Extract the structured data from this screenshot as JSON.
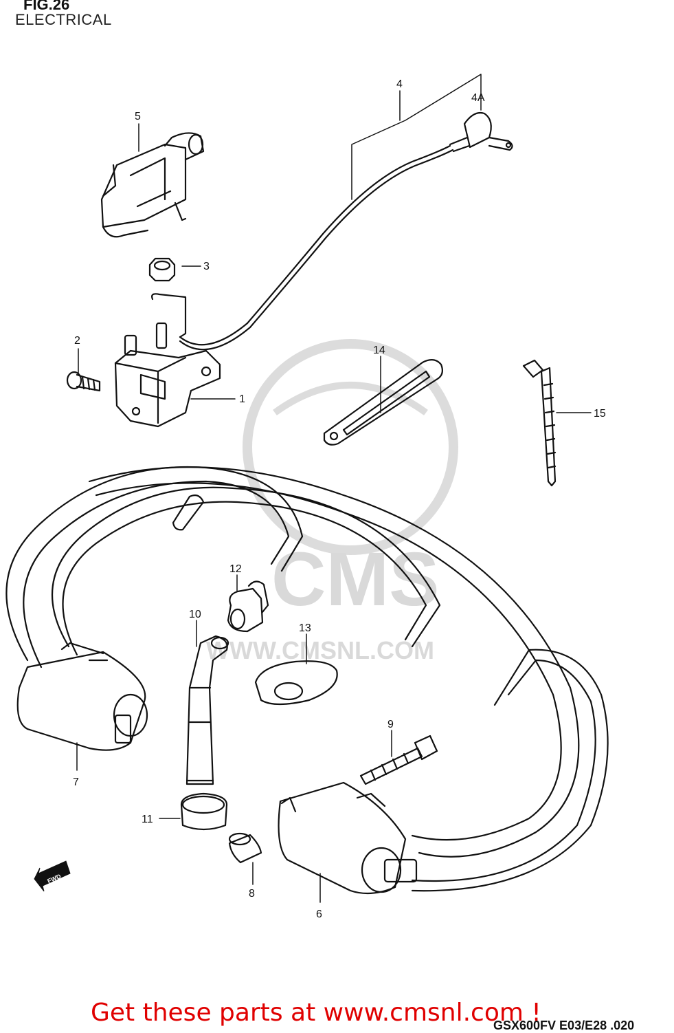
{
  "header": {
    "figure": "FIG.26",
    "subtitle": "ELECTRICAL"
  },
  "callouts": [
    {
      "id": "4",
      "text": "4"
    },
    {
      "id": "4A",
      "text": "4A"
    },
    {
      "id": "5",
      "text": "5"
    },
    {
      "id": "3",
      "text": "3"
    },
    {
      "id": "2",
      "text": "2"
    },
    {
      "id": "1",
      "text": "1"
    },
    {
      "id": "14",
      "text": "14"
    },
    {
      "id": "15",
      "text": "15"
    },
    {
      "id": "12",
      "text": "12"
    },
    {
      "id": "10",
      "text": "10"
    },
    {
      "id": "13",
      "text": "13"
    },
    {
      "id": "9",
      "text": "9"
    },
    {
      "id": "7",
      "text": "7"
    },
    {
      "id": "11",
      "text": "11"
    },
    {
      "id": "8",
      "text": "8"
    },
    {
      "id": "6",
      "text": "6"
    }
  ],
  "fwd_label": "FWD",
  "watermark": {
    "brand": "CMS",
    "url": "WWW.CMSNL.COM"
  },
  "footer": {
    "cta": "Get these parts at www.cmsnl.com !",
    "model_code": "GSX600FV E03/E28 .020"
  },
  "colors": {
    "cta": "#e00000",
    "line": "#111111",
    "watermark": "#d9d9d9"
  }
}
